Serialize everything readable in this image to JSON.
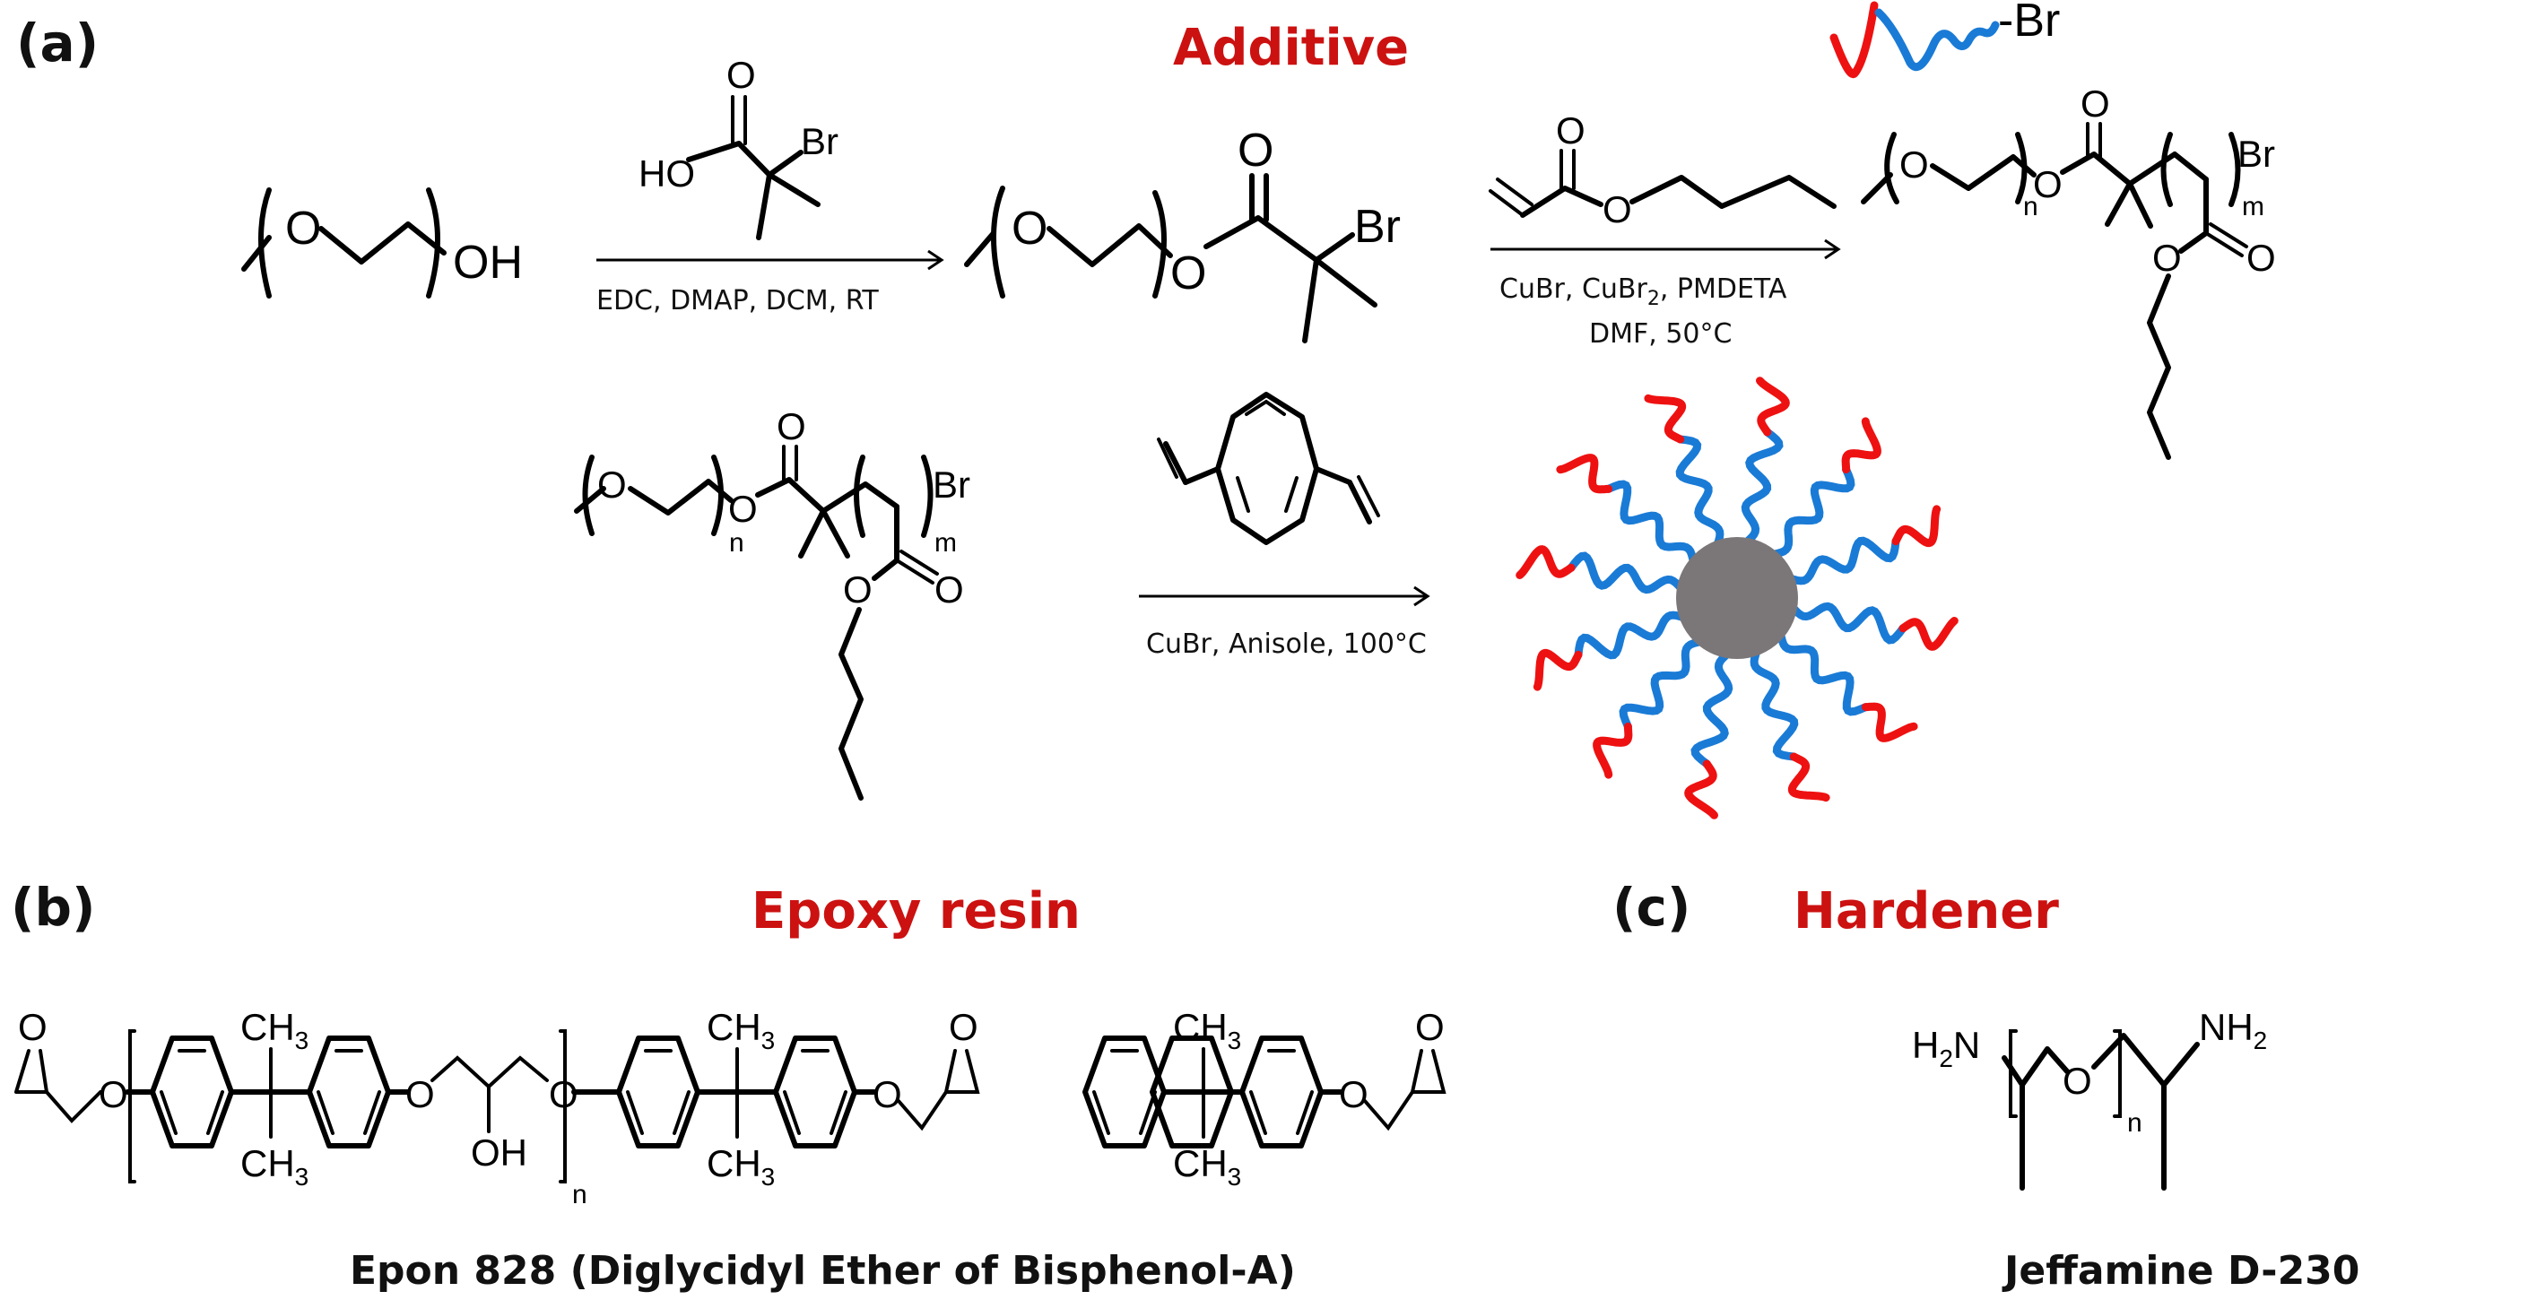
{
  "colors": {
    "title_red": "#cc1111",
    "chain_red": "#ee1111",
    "chain_blue": "#1a7bd6",
    "core_gray": "#7b7678",
    "ink": "#000000"
  },
  "panel_a": {
    "label": "(a)",
    "title": "Additive",
    "reagent_1": {
      "atoms": {
        "O": "O",
        "HO": "HO",
        "Br": "Br"
      }
    },
    "conditions_1": "EDC, DMAP, DCM, RT",
    "conditions_2_line1": "CuBr, CuBr",
    "conditions_2_sub": "2",
    "conditions_2_rest": ", PMDETA",
    "conditions_2_line2": "DMF, 50°C",
    "conditions_3": "CuBr, Anisole, 100°C",
    "peg": {
      "O": "O",
      "OH": "OH"
    },
    "macroinitiator": {
      "O": "O",
      "ester_O": "O",
      "carbonyl_O": "O",
      "Br": "Br"
    },
    "butyl_acrylate": {
      "carbonyl_O": "O",
      "ester_O": "O"
    },
    "block_copolymer": {
      "O": "O",
      "ester_O": "O",
      "carbonyl_O": "O",
      "Br": "Br",
      "n": "n",
      "m": "m",
      "side_O": "O",
      "side_carbonyl_O": "O"
    },
    "chain_cartoon_label": "-Br",
    "star_arms": 12
  },
  "panel_b": {
    "label": "(b)",
    "title": "Epoxy resin",
    "atoms": {
      "epoxide_O": "O",
      "ether_O": "O",
      "CH3": "CH",
      "sub3": "3",
      "OH": "OH",
      "n": "n"
    },
    "caption": "Epon 828 (Diglycidyl Ether of Bisphenol-A)"
  },
  "panel_c": {
    "label": "(c)",
    "title": "Hardener",
    "atoms": {
      "H2N_H": "H",
      "sub2": "2",
      "N": "N",
      "NH": "NH",
      "O": "O",
      "n": "n"
    },
    "caption": "Jeffamine D-230"
  }
}
